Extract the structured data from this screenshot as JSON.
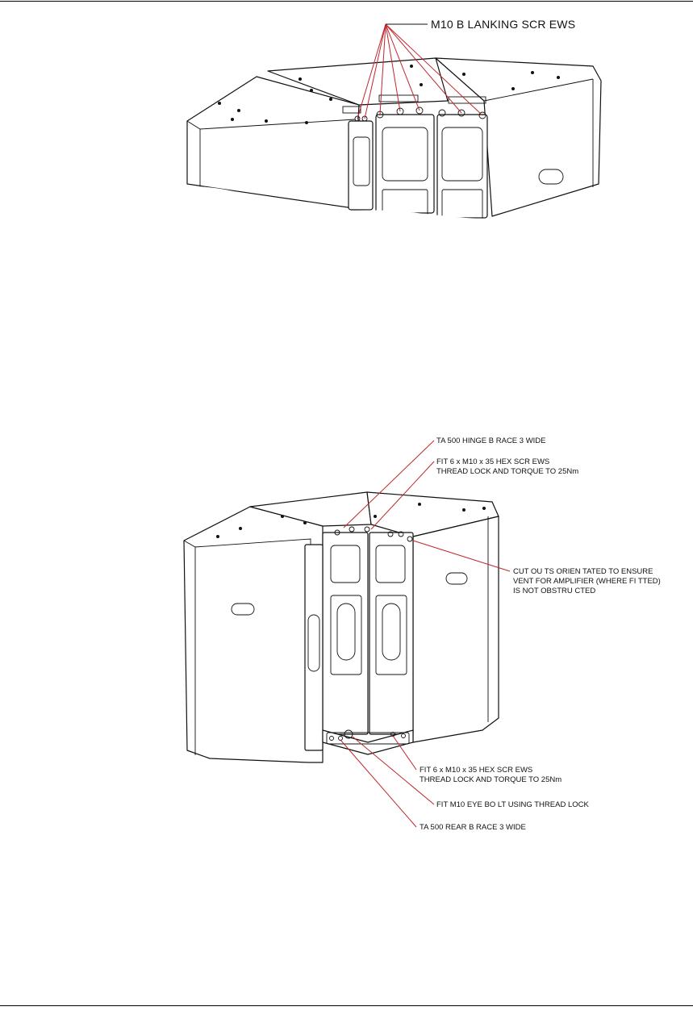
{
  "figure1": {
    "callout": "M10 B LANKING SCR EWS"
  },
  "figure2": {
    "callouts": {
      "hinge_brace": "TA 500 HINGE B RACE 3 WIDE",
      "fit_top_l1": "FIT 6 x M10 x 35 HEX SCR EWS",
      "fit_top_l2": "THREAD LOCK AND TORQUE TO 25Nm",
      "cutouts_l1": "CUT OU TS ORIEN TATED TO ENSURE",
      "cutouts_l2": "VENT FOR AMPLIFIER (WHERE FI TTED)",
      "cutouts_l3": "IS NOT OBSTRU CTED",
      "fit_bot_l1": "FIT 6 x M10 x 35 HEX SCR EWS",
      "fit_bot_l2": "THREAD LOCK AND TORQUE TO 25Nm",
      "eye_bolt": "FIT M10 EYE BO LT USING THREAD LOCK",
      "rear_brace": "TA 500 REAR B RACE 3 WIDE"
    }
  },
  "colors": {
    "leader": "#c0262e",
    "linework": "#111111"
  }
}
